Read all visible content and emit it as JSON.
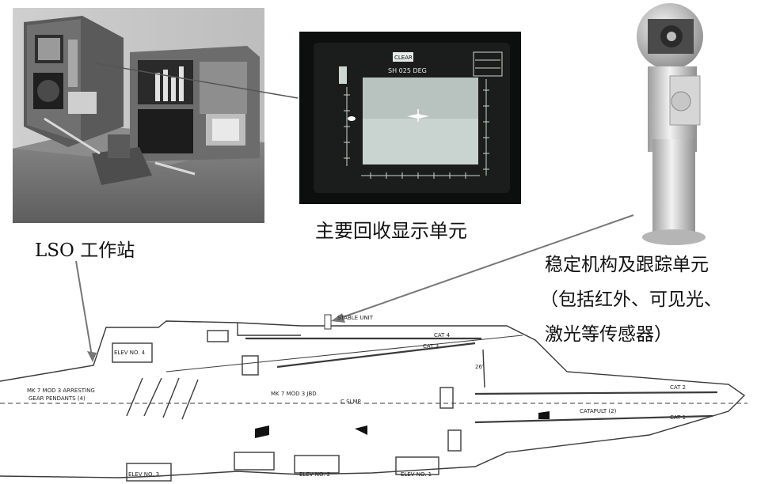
{
  "captions": {
    "recovery_display": "主要回收显示单元",
    "lso_station": "LSO 工作站",
    "stabilizer_line1": "稳定机构及跟踪单元",
    "stabilizer_line2": "（包括红外、可见光、",
    "stabilizer_line3": "激光等传感器）"
  },
  "display_screen": {
    "logo": "CLEAR",
    "readout": "SH 025 DEG"
  },
  "deck_labels": {
    "elev4": "ELEV NO. 4",
    "elev3": "ELEV NO. 3",
    "elev2": "ELEV NO. 2",
    "elev1": "ELEV NO. 1",
    "arresting": "MK 7 MOD 3 ARRESTING",
    "arresting2": "GEAR PENDANTS (4)",
    "barricade": "MK 7 MOD 3 JBD",
    "cat1": "CAT 1",
    "cat2": "CAT 2",
    "cat3": "CAT 3",
    "cat4": "CAT 4",
    "stable": "STABLE UNIT",
    "catapult": "CATAPULT (2)",
    "clsmp": "C SLMP",
    "angle": "26'"
  },
  "colors": {
    "line": "#555555",
    "deck_line": "#3a3a3a",
    "screen_bg": "#1a1d1b",
    "screen_glow": "#c9d3cf"
  }
}
